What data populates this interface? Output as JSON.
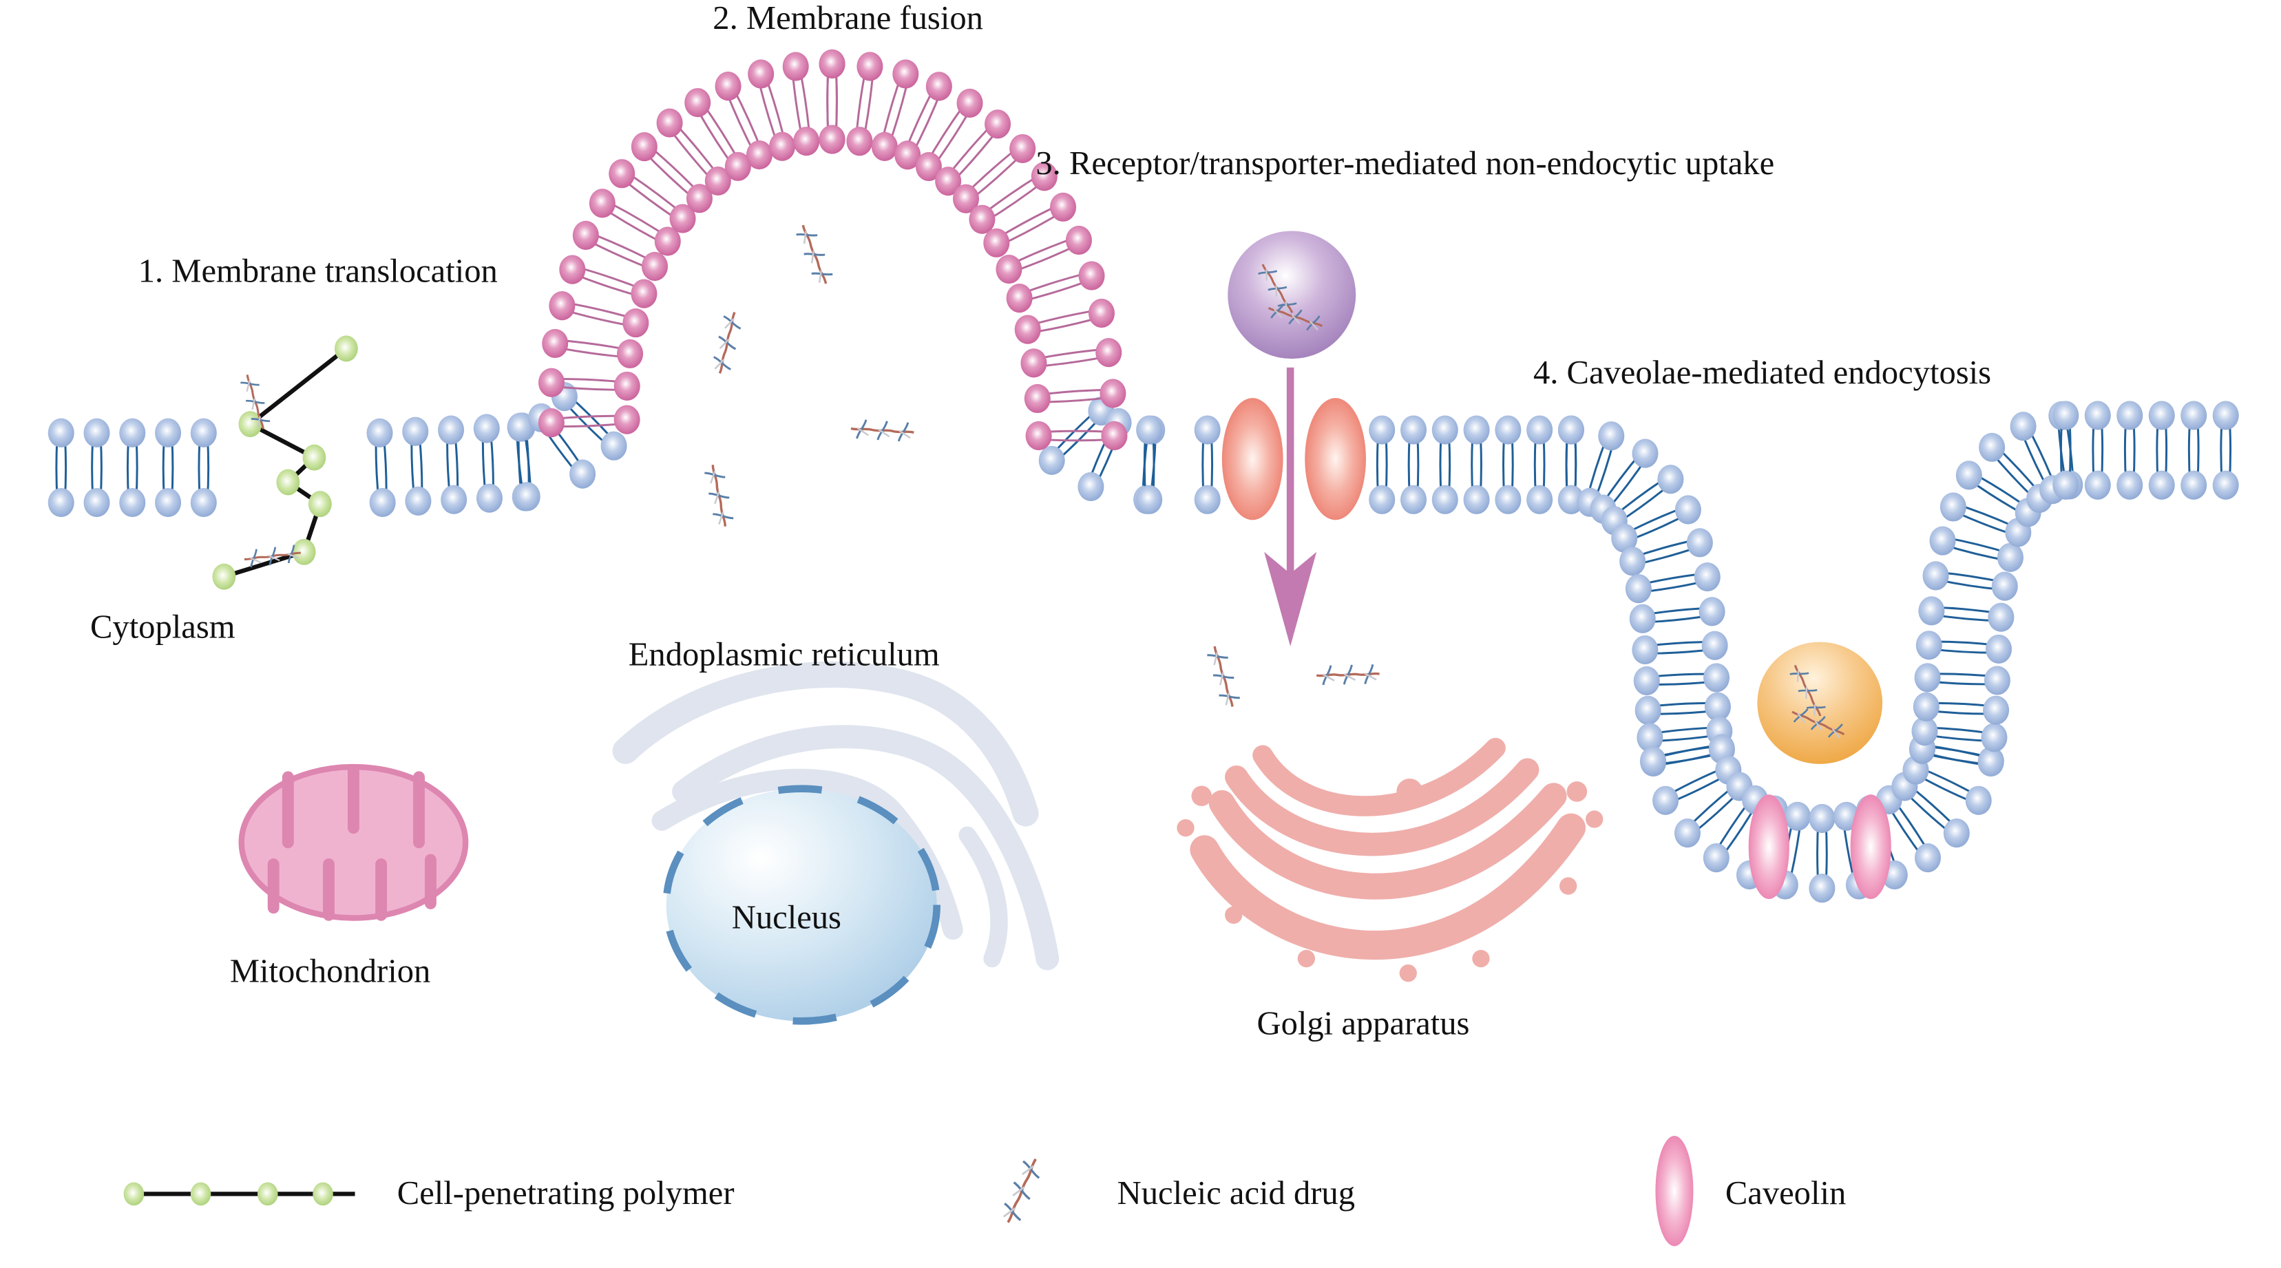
{
  "labels": {
    "step1": "1. Membrane translocation",
    "step2": "2. Membrane fusion",
    "step3": "3. Receptor/transporter-mediated non-endocytic uptake",
    "step4": "4. Caveolae-mediated endocytosis",
    "cytoplasm": "Cytoplasm",
    "er": "Endoplasmic reticulum",
    "nucleus": "Nucleus",
    "mitochondrion": "Mitochondrion",
    "golgi": "Golgi apparatus"
  },
  "legend": [
    {
      "icon": "cell-penetrating-polymer-icon",
      "label": "Cell-penetrating polymer"
    },
    {
      "icon": "nucleic-acid-drug-icon",
      "label": "Nucleic acid drug"
    },
    {
      "icon": "caveolin-icon",
      "label": "Caveolin"
    }
  ],
  "colors": {
    "membrane_head": "#a9bfe3",
    "membrane_tail": "#1f5f98",
    "fusion_head": "#d77aa8",
    "fusion_tail": "#b56a9a",
    "polymer_bead": "#c4e09a",
    "receptor": "#ef8878",
    "arrow": "#c27ab0",
    "nanoparticle_purple": "#b89ac9",
    "nanoparticle_orange": "#f3b560",
    "caveolin": "#ef8fb8",
    "mitochondrion": "#efb3cf",
    "mitochondrion_edge": "#dd86b0",
    "er": "#dfe4ee",
    "nucleus": "#c8e0f0",
    "nucleus_pore": "#5a8fbf",
    "golgi": "#efaeaa"
  }
}
